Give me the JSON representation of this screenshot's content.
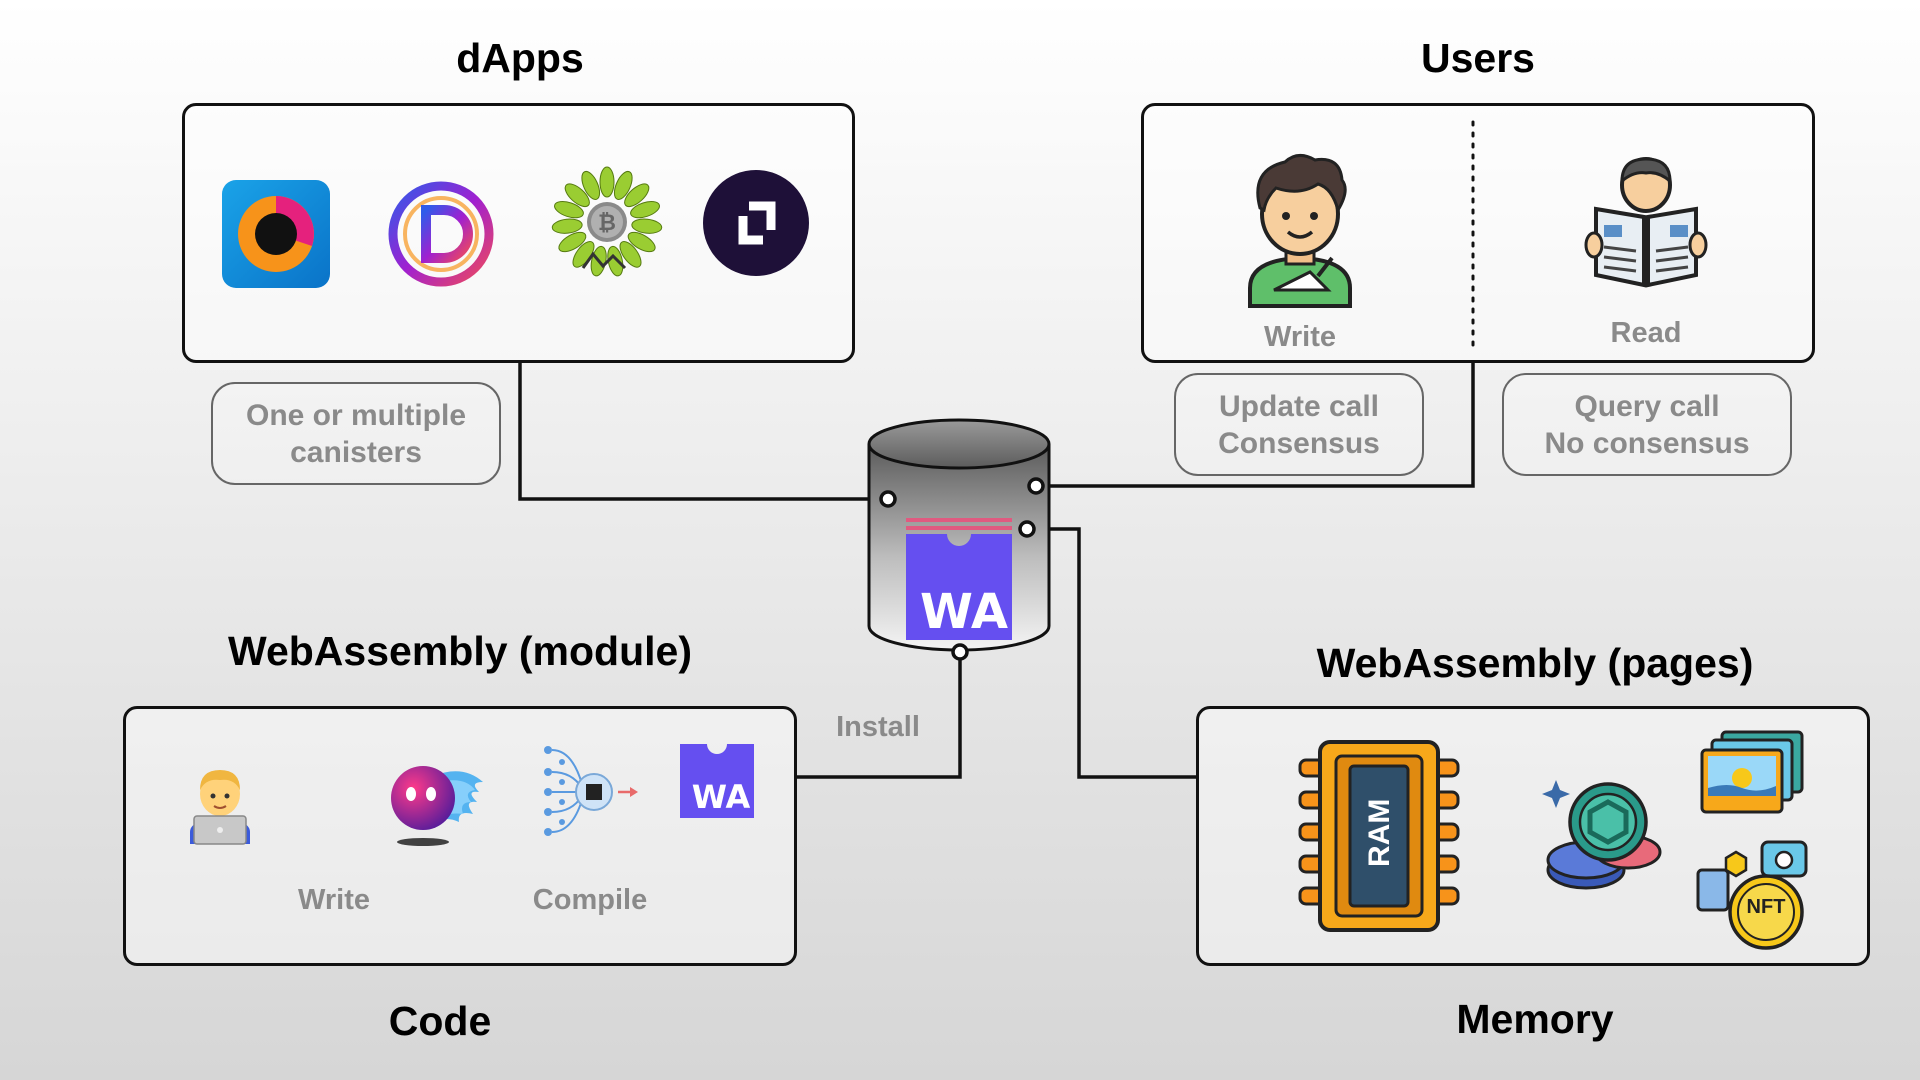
{
  "titles": {
    "dapps": "dApps",
    "users": "Users",
    "module": "WebAssembly (module)",
    "pages": "WebAssembly (pages)",
    "code": "Code",
    "memory": "Memory"
  },
  "notes": {
    "canisters": [
      "One or multiple",
      "canisters"
    ],
    "update": [
      "Update call",
      "Consensus"
    ],
    "query": [
      "Query call",
      "No consensus"
    ]
  },
  "users": {
    "write": "Write",
    "read": "Read"
  },
  "code": {
    "write": "Write",
    "compile": "Compile",
    "install": "Install"
  },
  "wasm": {
    "logo": "WA"
  },
  "memory": {
    "ram": "RAM",
    "nft": "NFT"
  },
  "icons": [
    "openchat-logo-icon",
    "distrikt-logo-icon",
    "sunflower-bitcoin-icon",
    "dscvr-logo-icon",
    "writer-person-icon",
    "reader-newspaper-icon",
    "developer-laptop-icon",
    "motoko-ghost-icon",
    "compiler-chip-icon",
    "wasm-logo-icon",
    "ram-chip-icon",
    "token-coins-icon",
    "images-stack-icon",
    "nft-icon"
  ],
  "colors": {
    "wasm": "#654ff0",
    "line": "#111111",
    "note": "#8a8a8a"
  }
}
